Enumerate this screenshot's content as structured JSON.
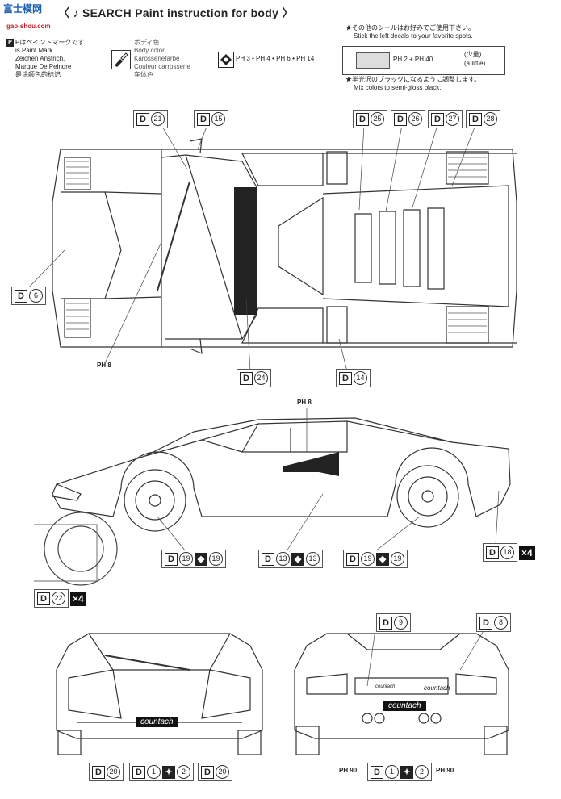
{
  "header": {
    "watermark_logo": "富士模网",
    "watermark_site": "gao-shou.com",
    "title": "〈 ♪ SEARCH  Paint instruction for body 〉"
  },
  "legend": {
    "paint_mark_lines": [
      "Pはペイントマークです",
      "is Paint Mark.",
      "Zeichen Anstrich.",
      "Marque De Peindre",
      "是涂颜色的标记"
    ],
    "body_color_lines": [
      "ボディ色",
      "Body color",
      "Karosseriefarbe",
      "Couleur carrosserie",
      "车体色"
    ],
    "body_color_mix": "PH 3 • PH 4 • PH 6 • PH 14"
  },
  "notes": {
    "note1_jp": "★その他のシールはお好みでご使用下さい。",
    "note1_en": "Stick the left decals to your favorite spots.",
    "mix_formula": "PH 2 + PH 40",
    "mix_jp": "(少量)",
    "mix_en": "(a little)",
    "note2_jp": "★半光沢のブラックになるように調整します。",
    "note2_en": "Mix colors to semi-gloss black."
  },
  "callouts": {
    "top_view": [
      {
        "d": "D",
        "n": "21"
      },
      {
        "d": "D",
        "n": "15"
      },
      {
        "d": "D",
        "n": "25"
      },
      {
        "d": "D",
        "n": "26"
      },
      {
        "d": "D",
        "n": "27"
      },
      {
        "d": "D",
        "n": "28"
      },
      {
        "d": "D",
        "n": "6"
      },
      {
        "d": "D",
        "n": "24"
      },
      {
        "d": "D",
        "n": "14"
      }
    ],
    "top_ph": "PH 8",
    "side_ph": "PH 8",
    "side_view": [
      {
        "d": "D",
        "n": "19",
        "b": "19"
      },
      {
        "d": "D",
        "n": "13",
        "b": "13"
      },
      {
        "d": "D",
        "n": "19",
        "b": "19"
      },
      {
        "d": "D",
        "n": "18",
        "x": "×4"
      },
      {
        "d": "D",
        "n": "22",
        "x": "×4"
      }
    ],
    "front_view": [
      {
        "d": "D",
        "n": "20"
      },
      {
        "d": "D",
        "n": "1",
        "b": "2"
      },
      {
        "d": "D",
        "n": "20"
      }
    ],
    "rear_view": [
      {
        "d": "D",
        "n": "9"
      },
      {
        "d": "D",
        "n": "8"
      },
      {
        "d": "D",
        "n": "1",
        "b": "2"
      }
    ],
    "rear_ph_left": "PH 90",
    "rear_ph_right": "PH 90"
  },
  "badges": {
    "front_plate": "countach",
    "rear_plate": "countach",
    "rear_script": "countach",
    "side_script": "countach"
  }
}
